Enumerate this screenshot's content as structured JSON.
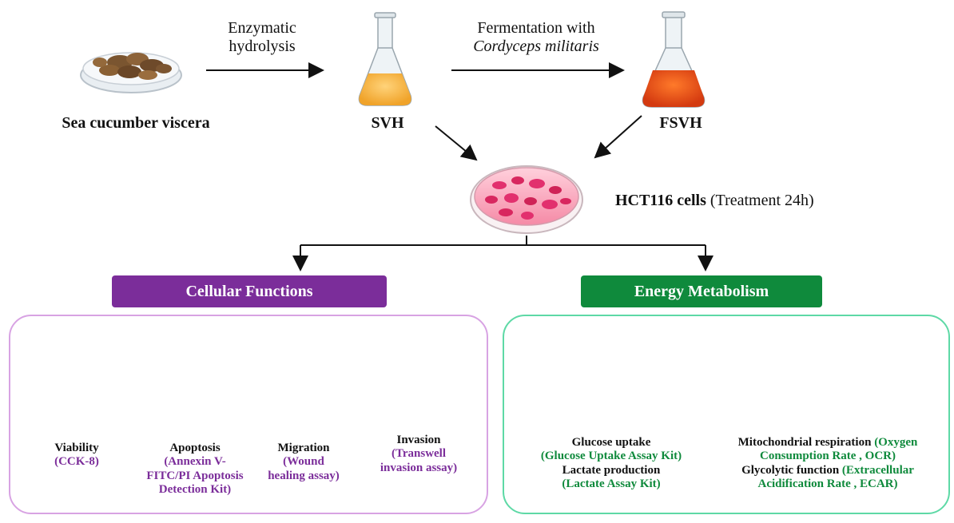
{
  "top": {
    "step1_label": "Enzymatic",
    "step1_label2": "hydrolysis",
    "step2_label": "Fermentation with",
    "step2_label2": "Cordyceps militaris",
    "source": "Sea cucumber viscera",
    "svh": "SVH",
    "fsvh": "FSVH",
    "cells": "HCT116 cells",
    "treatment": "(Treatment 24h)"
  },
  "left": {
    "title": "Cellular Functions",
    "color": "#7b2d9a",
    "items": [
      {
        "name": "Viability",
        "detail": "(CCK-8)"
      },
      {
        "name": "Apoptosis",
        "detail": "(Annexin V-",
        "detail2": "FITC/PI Apoptosis",
        "detail3": "Detection Kit)"
      },
      {
        "name": "Migration",
        "detail": "(Wound",
        "detail2": "healing assay)"
      },
      {
        "name": "Invasion",
        "detail": "(Transwell",
        "detail2": "invasion assay)"
      }
    ]
  },
  "right": {
    "title": "Energy Metabolism",
    "color": "#0f8a3c",
    "glucose": "Glucose uptake",
    "glucose_kit": "(Glucose Uptake Assay Kit)",
    "lactate": "Lactate production",
    "lactate_kit": "(Lactate Assay Kit)",
    "mito": "Mitochondrial respiration",
    "mito_detail": "(Oxygen",
    "mito_detail2": "Consumption Rate , OCR)",
    "glyco": "Glycolytic function",
    "glyco_detail": "(Extracellular",
    "glyco_detail2": "Acidification Rate , ECAR)"
  }
}
